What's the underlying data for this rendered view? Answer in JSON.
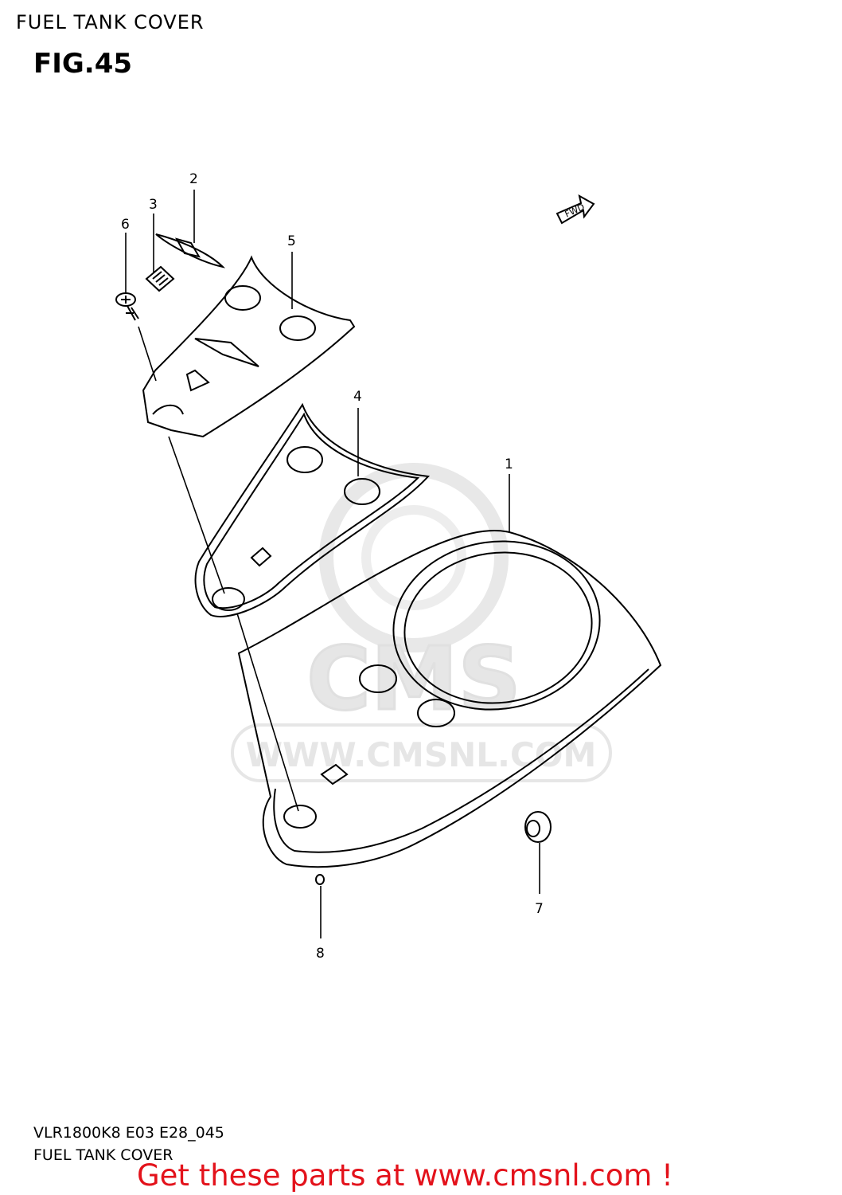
{
  "header": {
    "title": "FUEL TANK COVER",
    "figure": "FIG.45"
  },
  "watermark": {
    "brand": "CMS",
    "url": "WWW.CMSNL.COM"
  },
  "diagram": {
    "fwd_label": "FWD",
    "callouts": [
      "1",
      "2",
      "3",
      "4",
      "5",
      "6",
      "7",
      "8"
    ]
  },
  "footer": {
    "code": "VLR1800K8  E03  E28_045",
    "title": "FUEL TANK COVER",
    "cta": "Get these parts at www.cmsnl.com !",
    "cta_color": "#e3121b"
  }
}
